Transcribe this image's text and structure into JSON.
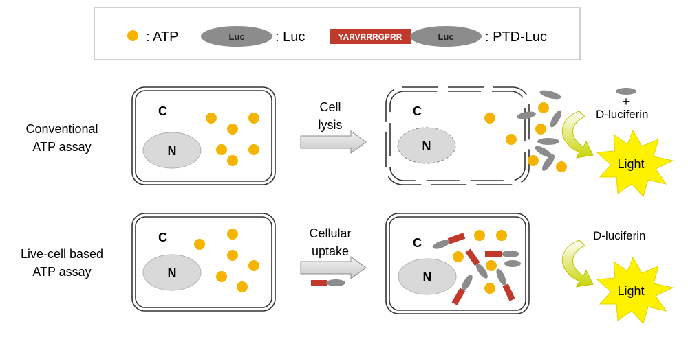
{
  "legend": {
    "atp_label": ": ATP",
    "luc_text": "Luc",
    "luc_label": ": Luc",
    "ptd_sequence": "YARVRRRGPRR",
    "ptd_luc_text": "Luc",
    "ptd_luc_label": ": PTD-Luc"
  },
  "conventional": {
    "label_line1": "Conventional",
    "label_line2": "ATP assay",
    "intact_cell": {
      "cytoplasm": "C",
      "nucleus": "N"
    },
    "arrow_line1": "Cell",
    "arrow_line2": "lysis",
    "lysed_cell": {
      "cytoplasm": "C",
      "nucleus": "N"
    },
    "plus": "+",
    "substrate": "D-luciferin",
    "light": "Light"
  },
  "live_cell": {
    "label_line1": "Live-cell based",
    "label_line2": "ATP assay",
    "intact_cell": {
      "cytoplasm": "C",
      "nucleus": "N"
    },
    "arrow_line1": "Cellular",
    "arrow_line2": "uptake",
    "loaded_cell": {
      "cytoplasm": "C",
      "nucleus": "N"
    },
    "substrate": "D-luciferin",
    "light": "Light"
  },
  "colors": {
    "atp": "#F5B400",
    "luc": "#8C8C8C",
    "ptd": "#C0392B",
    "light": "#FFF200",
    "curve_arrow": "#C8D400",
    "block_arrow": "#D9D9D9",
    "nucleus": "#D9D9D9"
  }
}
